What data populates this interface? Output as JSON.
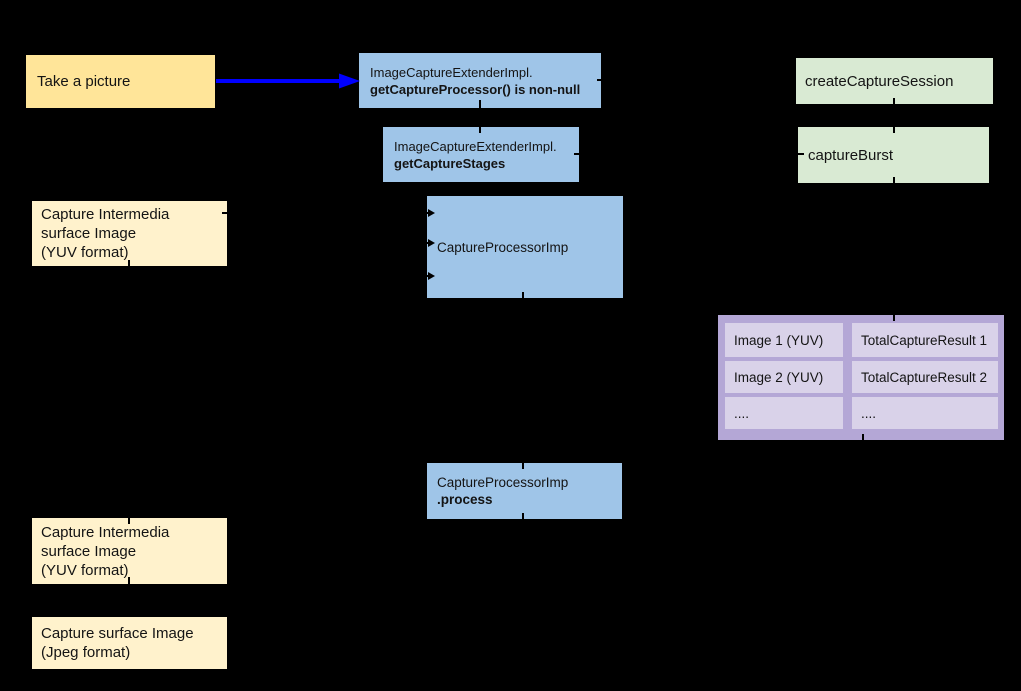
{
  "palette": {
    "background": "#000000",
    "yellow_node": "#FFE599",
    "cream_node": "#FFF2CC",
    "blue_node": "#9FC5E8",
    "green_node": "#D9EAD3",
    "purple_table": "#B4A7D6",
    "purple_cell": "#D9D2E9",
    "arrow_blue": "#0000FF",
    "text": "#141414"
  },
  "boxes": {
    "take_picture": {
      "label": "Take a picture"
    },
    "get_capture_processor": {
      "line1": "ImageCaptureExtenderImpl.",
      "line2": "getCaptureProcessor() is non-null"
    },
    "get_capture_stages": {
      "line1": "ImageCaptureExtenderImpl.",
      "line2": "getCaptureStages"
    },
    "create_capture_session": {
      "label": "createCaptureSession"
    },
    "capture_burst": {
      "label": "captureBurst"
    },
    "capture_intermedia_top": {
      "line1": "Capture Intermedia",
      "line2": "surface Image",
      "line3": "(YUV format)"
    },
    "capture_processor_imp": {
      "label": "CaptureProcessorImp"
    },
    "capture_processor_process": {
      "line1": "CaptureProcessorImp",
      "line2": ".process"
    },
    "capture_intermedia_bottom": {
      "line1": "Capture Intermedia",
      "line2": "surface Image",
      "line3": "(YUV format)"
    },
    "capture_surface_jpeg": {
      "line1": "Capture surface Image",
      "line2": "(Jpeg format)"
    }
  },
  "table": {
    "rows": [
      [
        "Image 1 (YUV)",
        "TotalCaptureResult 1"
      ],
      [
        "Image 2 (YUV)",
        "TotalCaptureResult 2"
      ],
      [
        "....",
        "...."
      ]
    ]
  }
}
